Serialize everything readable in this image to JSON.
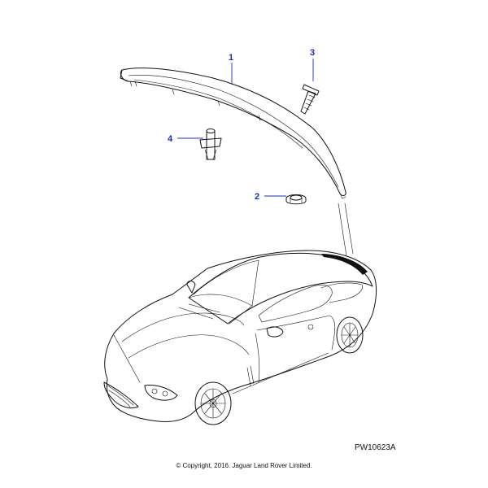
{
  "callouts": [
    {
      "id": "1",
      "label": "1"
    },
    {
      "id": "2",
      "label": "2"
    },
    {
      "id": "3",
      "label": "3"
    },
    {
      "id": "4",
      "label": "4"
    }
  ],
  "reference_code": "PW10623A",
  "copyright": "© Copyright, 2016. Jaguar Land Rover Limited.",
  "colors": {
    "callout": "#1a2dbf",
    "line": "#111111",
    "background": "#ffffff"
  }
}
